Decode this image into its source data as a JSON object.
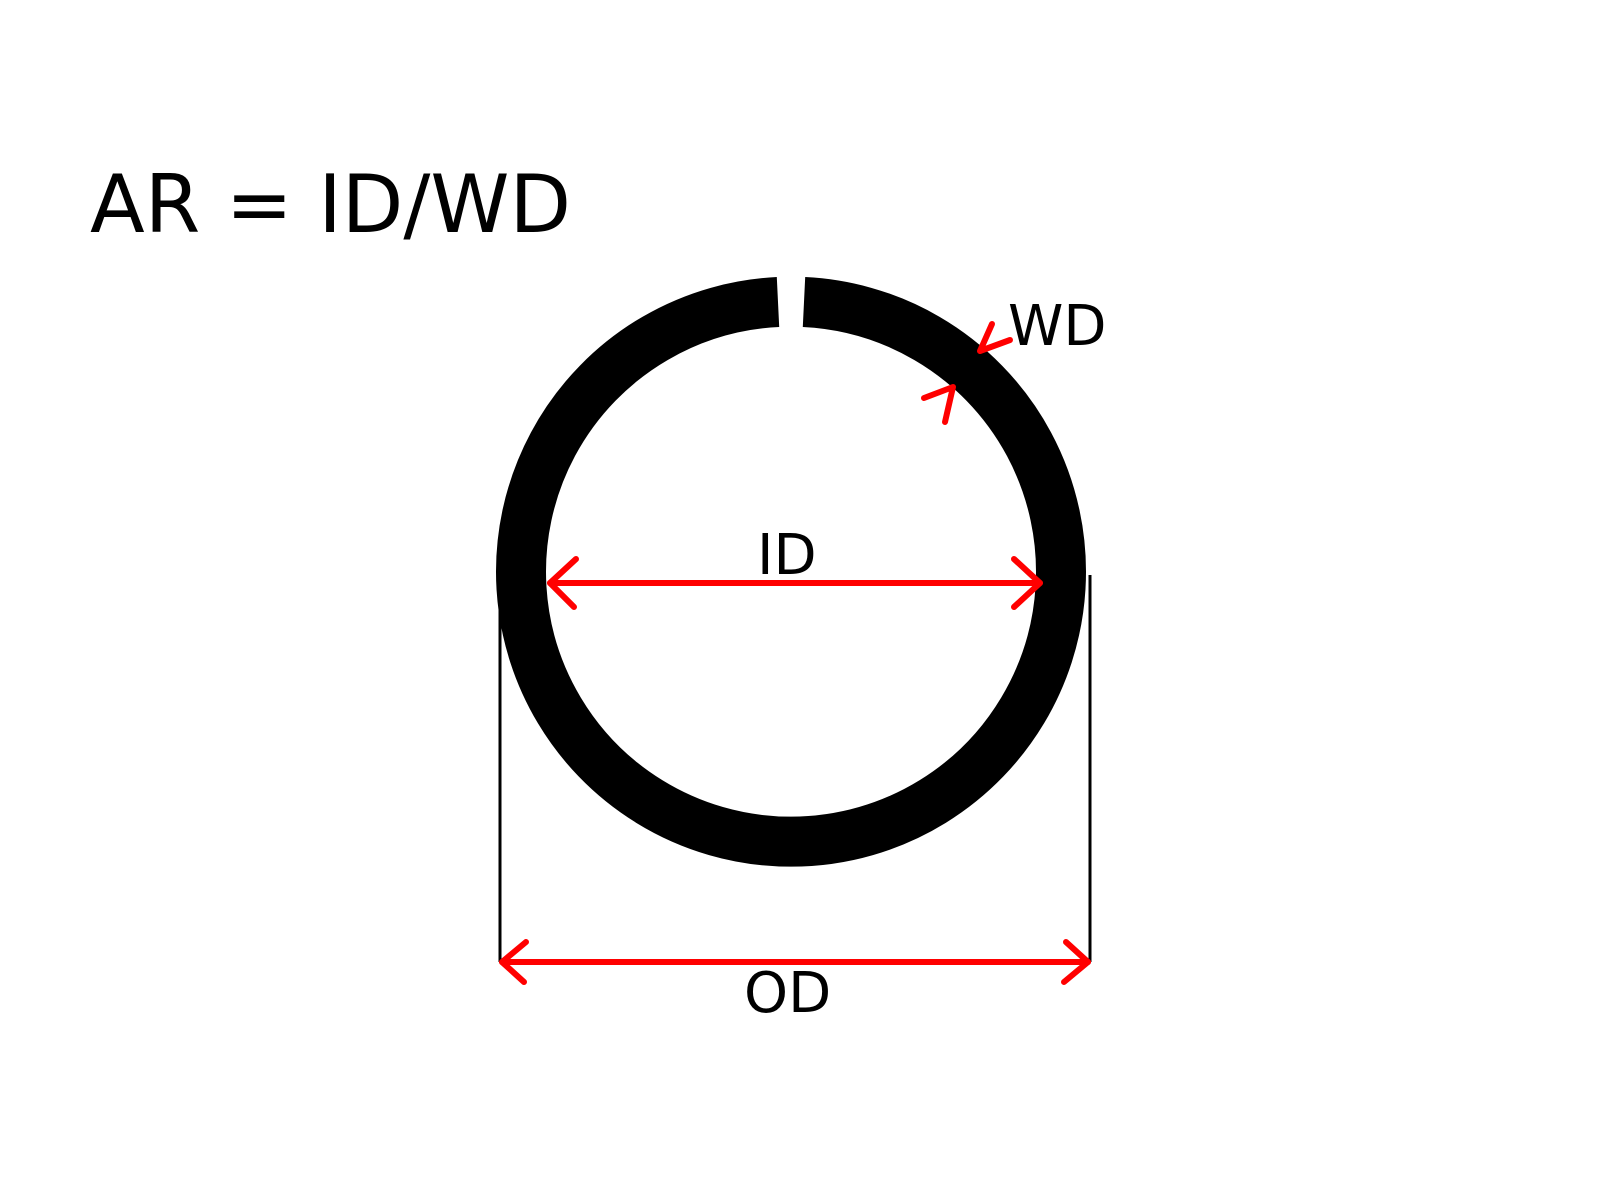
{
  "formula": "AR = ID/WD",
  "labels": {
    "wall": "WD",
    "inner": "ID",
    "outer": "OD"
  },
  "colors": {
    "ring": "#000000",
    "dimension": "#ff0000",
    "extension": "#000000",
    "background": "#ffffff"
  }
}
